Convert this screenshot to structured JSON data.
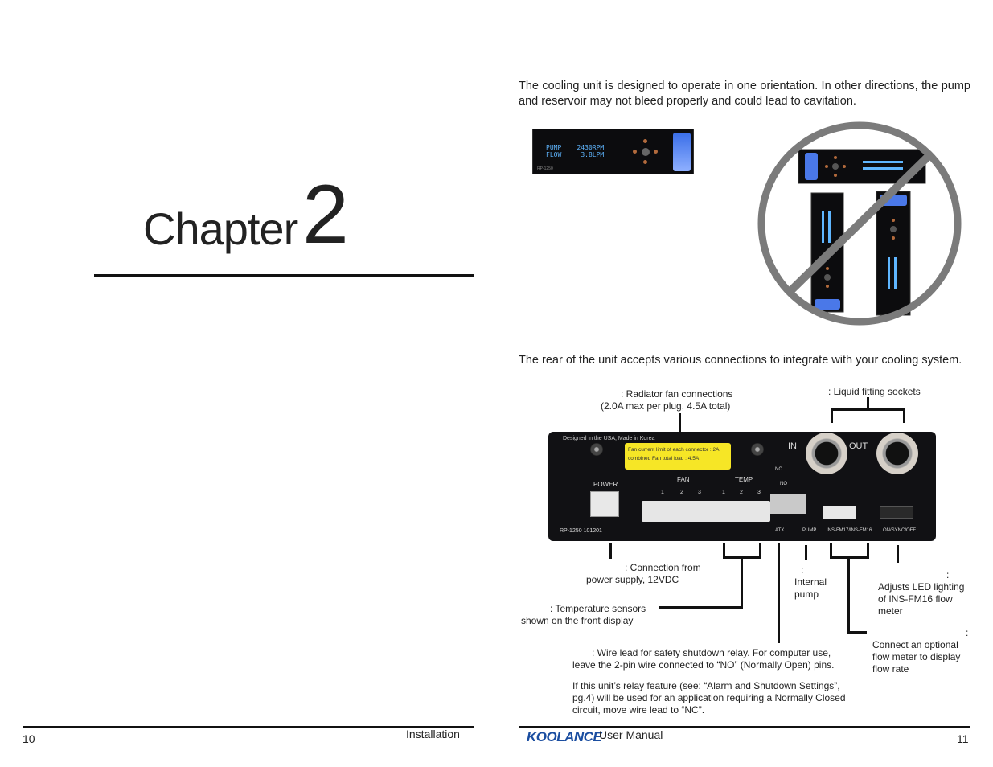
{
  "left_page": {
    "chapter_word": "Chapter",
    "chapter_number": "2",
    "page_number": "10",
    "footer_section": "Installation"
  },
  "right_page": {
    "orientation_text": "The cooling unit is designed to operate in one orientation. In other directions, the pump and reservoir may not bleed properly and could lead to cavitation.",
    "front_display": {
      "lcd_text": "PUMP    2430RPM\nFLOW     3.8LPM",
      "model": "RP-1250"
    },
    "rear_text": "The rear of the unit accepts various connections to integrate with your cooling system.",
    "callouts": {
      "fan": ": Radiator fan connections",
      "fan_note": "(2.0A max per plug, 4.5A total)",
      "liquid": ": Liquid fitting sockets",
      "power": ": Connection from",
      "power_note": "power supply, 12VDC",
      "temp": ": Temperature sensors",
      "temp_note": "shown on the front display",
      "pump_colon": ":",
      "pump_1": "Internal",
      "pump_2": "pump",
      "led_colon": ":",
      "led_1": "Adjusts LED lighting",
      "led_2": "of INS-FM16 flow",
      "led_3": "meter",
      "flow_colon": ":",
      "flow_1": "Connect an optional",
      "flow_2": "flow meter to display",
      "flow_3": "flow rate",
      "atx_1": ": Wire lead for safety shutdown relay. For computer use,",
      "atx_2": "leave the 2-pin wire connected to “NO” (Normally Open) pins.",
      "relay_1": "If this unit’s relay feature (see: “Alarm and Shutdown Settings”,",
      "relay_2": "pg.4) will be used for an application requiring a Normally Closed",
      "relay_3": "circuit, move wire lead to “NC”."
    },
    "rear_panel": {
      "made_in": "Designed in the USA, Made in Korea",
      "sticker_1": "Fan current limit of each connector : 2A",
      "sticker_2": "combined Fan total load : 4.5A",
      "fan": "FAN",
      "temp": "TEMP.",
      "power": "POWER",
      "in": "IN",
      "out": "OUT",
      "nc": "NC",
      "no": "NO",
      "model": "RP-1250 101201",
      "atx": "ATX",
      "pump": "PUMP",
      "ins": "INS-FM17/INS-FM16",
      "switch": "ON/SYNC/OFF",
      "nums": [
        "1",
        "2",
        "3",
        "1",
        "2",
        "3"
      ]
    },
    "footer_brand": "KOOLANCE",
    "footer_title": "User Manual",
    "page_number": "11"
  }
}
